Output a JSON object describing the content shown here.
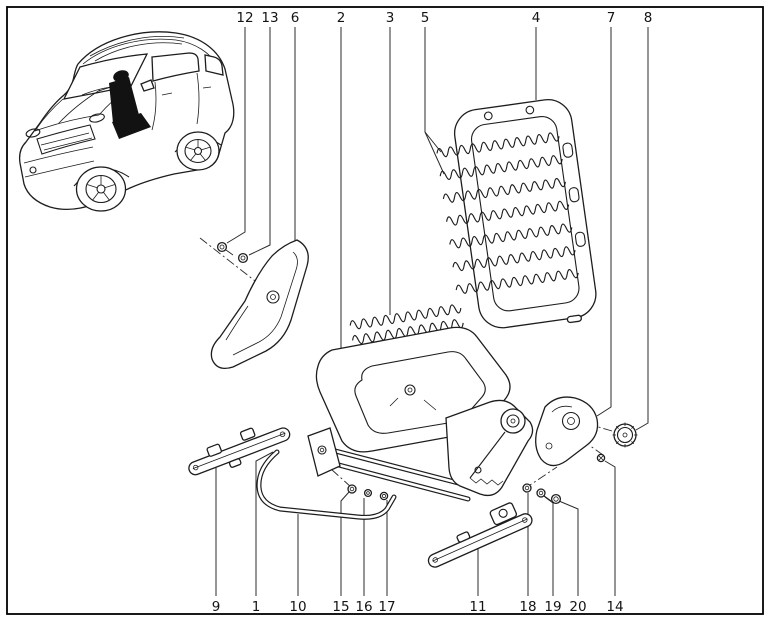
{
  "diagram": {
    "description": "Exploded parts diagram of a vehicle front seat assembly",
    "callouts_top": [
      "12",
      "13",
      "6",
      "2",
      "3",
      "5",
      "4",
      "7",
      "8"
    ],
    "callouts_bottom": [
      "9",
      "1",
      "10",
      "15",
      "16",
      "17",
      "11",
      "18",
      "19",
      "20",
      "14"
    ],
    "colors": {
      "line": "#1d1d1d",
      "background": "#ffffff",
      "seat_highlight": "#121212"
    }
  }
}
